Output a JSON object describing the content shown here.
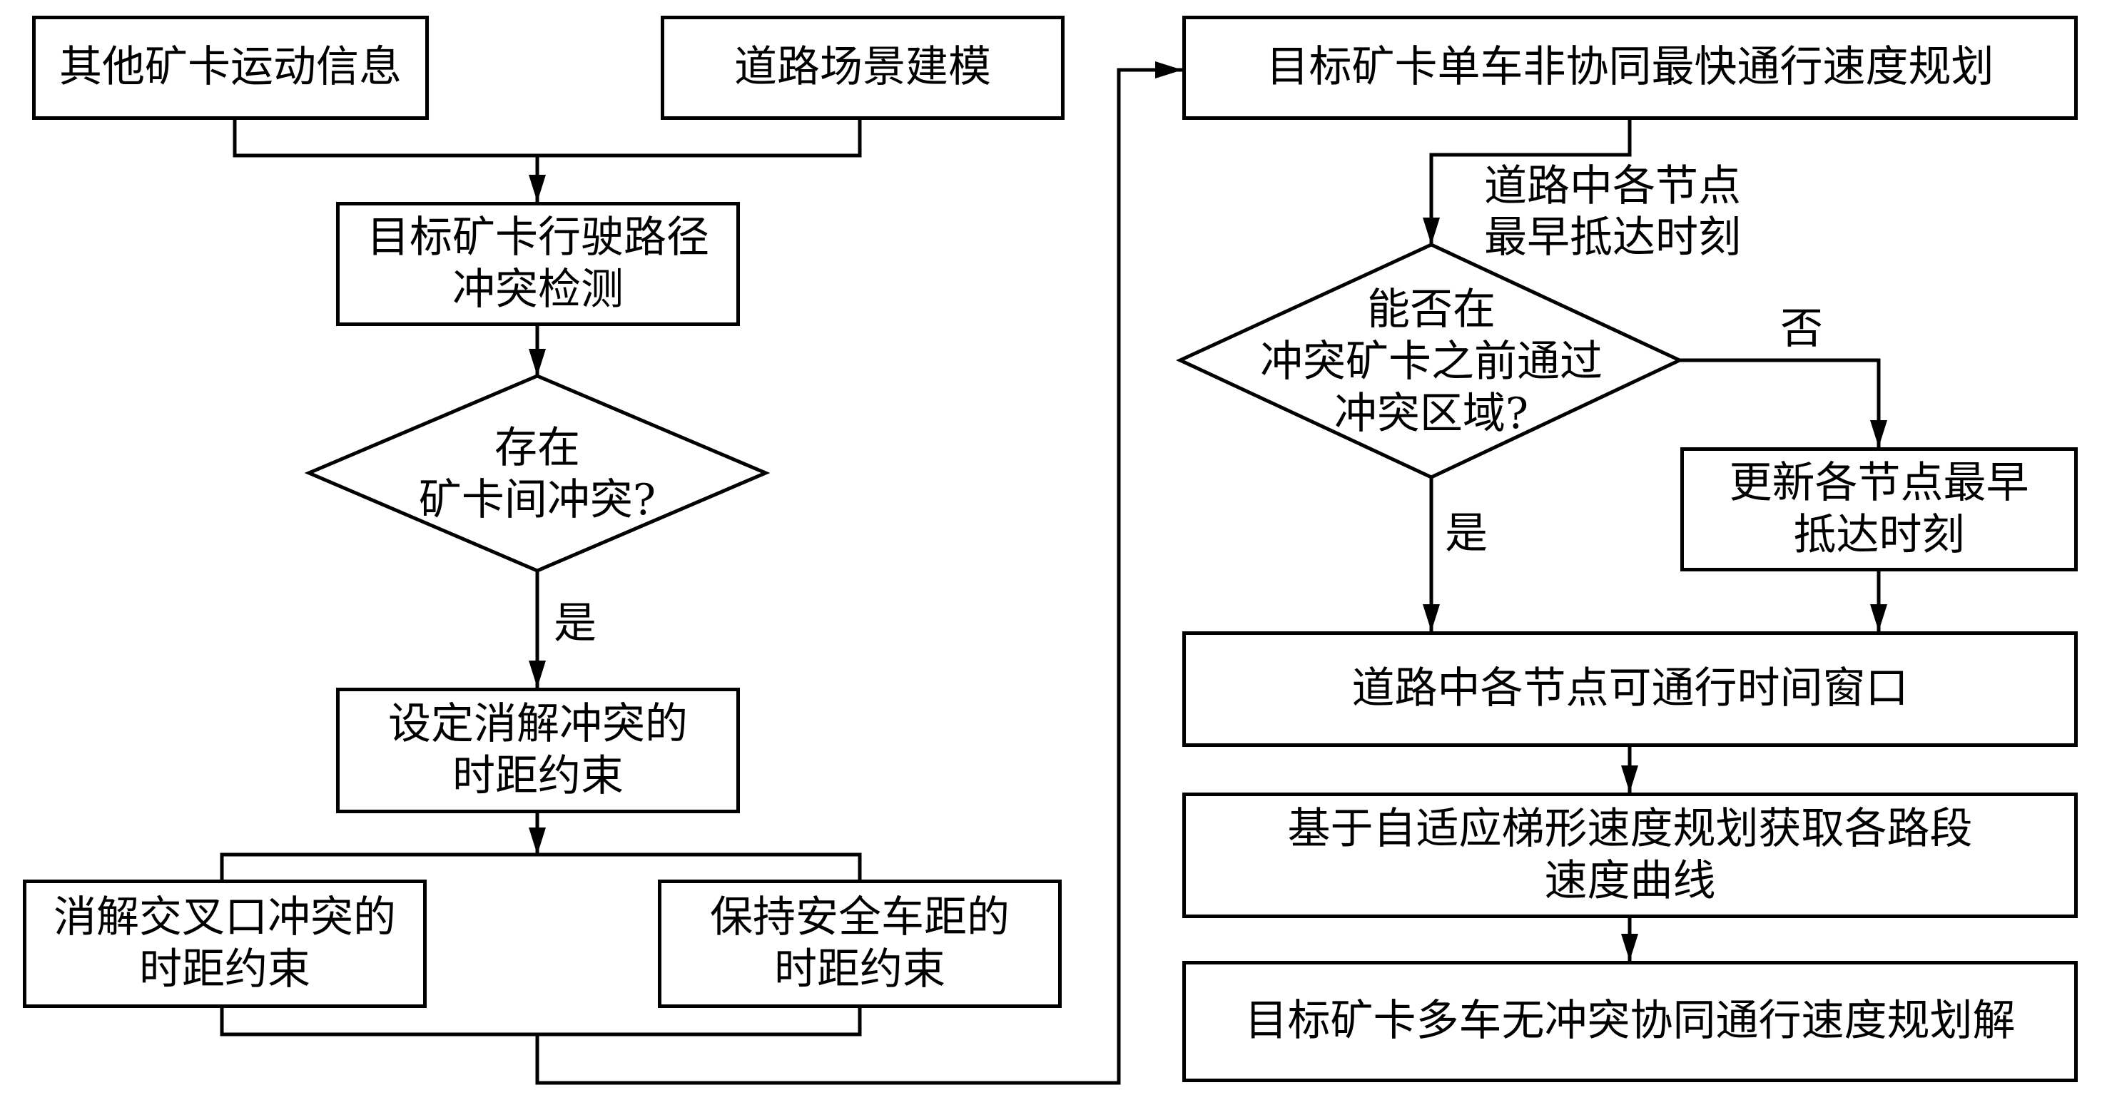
{
  "diagram": {
    "nodes": {
      "other_truck_info": {
        "lines": [
          "其他矿卡运动信息"
        ]
      },
      "road_scene_modeling": {
        "lines": [
          "道路场景建模"
        ]
      },
      "path_conflict_detection": {
        "lines": [
          "目标矿卡行驶路径",
          "冲突检测"
        ]
      },
      "conflict_exists_decision": {
        "lines": [
          "存在",
          "矿卡间冲突?"
        ]
      },
      "set_headway_constraints": {
        "lines": [
          "设定消解冲突的",
          "时距约束"
        ]
      },
      "intersection_headway": {
        "lines": [
          "消解交叉口冲突的",
          "时距约束"
        ]
      },
      "safe_distance_headway": {
        "lines": [
          "保持安全车距的",
          "时距约束"
        ]
      },
      "single_fastest_planning": {
        "lines": [
          "目标矿卡单车非协同最快通行速度规划"
        ]
      },
      "pass_before_decision": {
        "lines": [
          "能否在",
          "冲突矿卡之前通过",
          "冲突区域?"
        ]
      },
      "update_earliest_arrival": {
        "lines": [
          "更新各节点最早",
          "抵达时刻"
        ]
      },
      "node_time_windows": {
        "lines": [
          "道路中各节点可通行时间窗口"
        ]
      },
      "trapezoid_speed_planning": {
        "lines": [
          "基于自适应梯形速度规划获取各路段",
          "速度曲线"
        ]
      },
      "multi_truck_solution": {
        "lines": [
          "目标矿卡多车无冲突协同通行速度规划解"
        ]
      }
    },
    "edge_labels": {
      "conflict_yes": "是",
      "earliest_arrival_line1": "道路中各节点",
      "earliest_arrival_line2": "最早抵达时刻",
      "pass_no": "否",
      "pass_yes": "是"
    },
    "colors": {
      "stroke": "#000000",
      "background": "#ffffff",
      "text": "#000000"
    }
  }
}
